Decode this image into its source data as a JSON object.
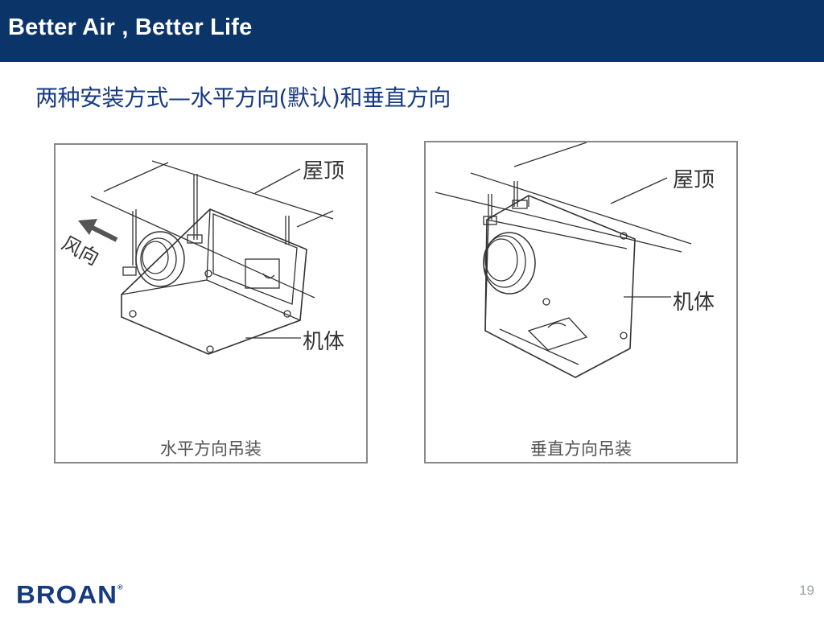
{
  "header": {
    "title": "Better Air , Better Life"
  },
  "slide": {
    "heading": "两种安装方式—水平方向(默认)和垂直方向"
  },
  "diagrams": {
    "horizontal": {
      "roof_label": "屋顶",
      "body_label": "机体",
      "wind_label": "风向",
      "caption": "水平方向吊装"
    },
    "vertical": {
      "roof_label": "屋顶",
      "body_label": "机体",
      "caption": "垂直方向吊装"
    }
  },
  "footer": {
    "logo_text": "BROAN",
    "logo_mark": "®",
    "page_number": "19"
  },
  "colors": {
    "header_bg": "#0b3568",
    "heading_text": "#163a82",
    "logo": "#163a82",
    "panel_border": "#888888"
  }
}
